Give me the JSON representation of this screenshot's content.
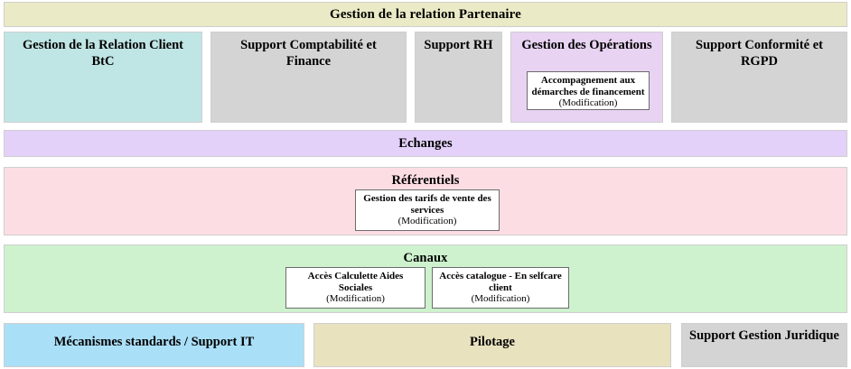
{
  "diagram": {
    "type": "capability-map",
    "title_banner": {
      "label": "Gestion de la relation Partenaire",
      "color": "#ebeac6"
    },
    "domains": [
      {
        "id": "grc-btc",
        "label": "Gestion de la Relation Client BtC",
        "color": "#bfe5e4",
        "capabilities": []
      },
      {
        "id": "comptabilite-finance",
        "label": "Support Comptabilité et Finance",
        "color": "#d4d4d4",
        "capabilities": []
      },
      {
        "id": "support-rh",
        "label": "Support RH",
        "color": "#d4d4d4",
        "capabilities": []
      },
      {
        "id": "gestion-operations",
        "label": "Gestion des Opérations",
        "color": "#e8d3f2",
        "capabilities": [
          {
            "name": "Accompagnement aux démarches de financement",
            "state": "(Modification)"
          }
        ]
      },
      {
        "id": "conformite-rgpd",
        "label": "Support Conformité et RGPD",
        "color": "#d4d4d4",
        "capabilities": []
      }
    ],
    "bands": [
      {
        "id": "echanges",
        "label": "Echanges",
        "color": "#e3d1f9",
        "capabilities": []
      },
      {
        "id": "referentiels",
        "label": "Référentiels",
        "color": "#fddde4",
        "capabilities": [
          {
            "name": "Gestion des tarifs de vente des services",
            "state": "(Modification)"
          }
        ]
      },
      {
        "id": "canaux",
        "label": "Canaux",
        "color": "#cdf2cd",
        "capabilities": [
          {
            "name": "Accès Calculette Aides Sociales",
            "state": "(Modification)"
          },
          {
            "name": "Accès catalogue - En selfcare client",
            "state": "(Modification)"
          }
        ]
      }
    ],
    "footer_boxes": [
      {
        "id": "mecanismes-support-it",
        "label": "Mécanismes standards / Support IT",
        "color": "#aadff8"
      },
      {
        "id": "pilotage",
        "label": "Pilotage",
        "color": "#e9e2bf"
      },
      {
        "id": "support-gestion-juridique",
        "label": "Support Gestion Juridique",
        "color": "#d4d4d4"
      }
    ]
  }
}
